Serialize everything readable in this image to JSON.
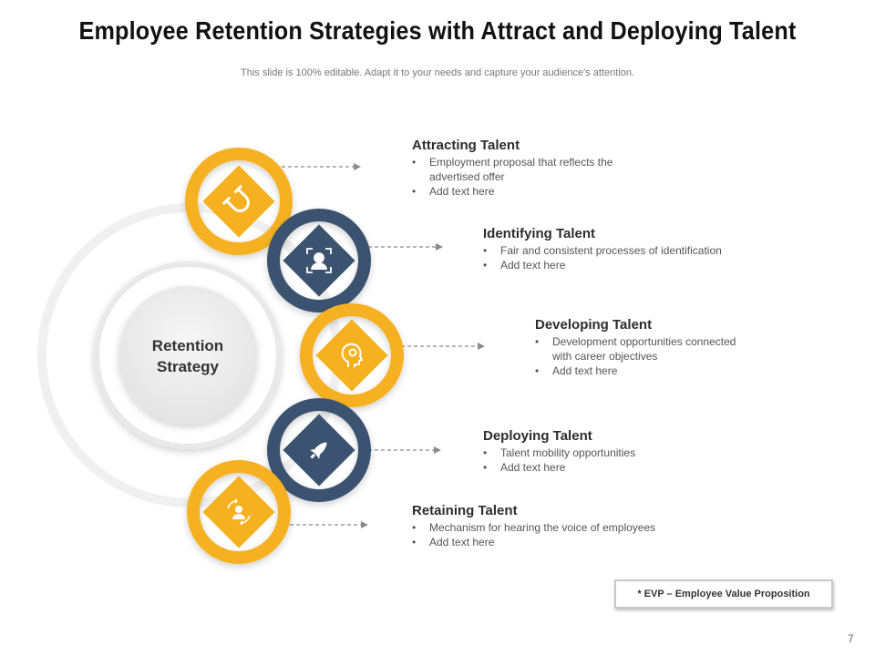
{
  "header": {
    "title": "Employee Retention Strategies with Attract and Deploying Talent",
    "subtitle": "This slide is 100% editable. Adapt it to your needs and capture your audience's attention."
  },
  "center": {
    "line1": "Retention",
    "line2": "Strategy"
  },
  "colors": {
    "yellow": "#F5B120",
    "navy": "#3B5370",
    "center_ring": "#E6E6E6",
    "center_fill": "#EEEEEE"
  },
  "items": [
    {
      "title": "Attracting Talent",
      "icon": "magnet-icon",
      "color": "yellow",
      "bullets": [
        "Employment proposal that reflects the",
        "advertised offer",
        "Add text here"
      ]
    },
    {
      "title": "Identifying Talent",
      "icon": "face-scan-icon",
      "color": "navy",
      "bullets": [
        "Fair and consistent processes of identification",
        "Add text here"
      ]
    },
    {
      "title": "Developing Talent",
      "icon": "head-gear-icon",
      "color": "yellow",
      "bullets": [
        "Development opportunities connected",
        "with career objectives",
        "Add text here"
      ]
    },
    {
      "title": "Deploying Talent",
      "icon": "rocket-icon",
      "color": "navy",
      "bullets": [
        "Talent mobility opportunities",
        "Add text here"
      ]
    },
    {
      "title": "Retaining Talent",
      "icon": "person-cycle-icon",
      "color": "yellow",
      "bullets": [
        "Mechanism for hearing the voice of employees",
        "Add text here"
      ]
    }
  ],
  "footnote": "* EVP – Employee Value Proposition",
  "page_number": "7"
}
